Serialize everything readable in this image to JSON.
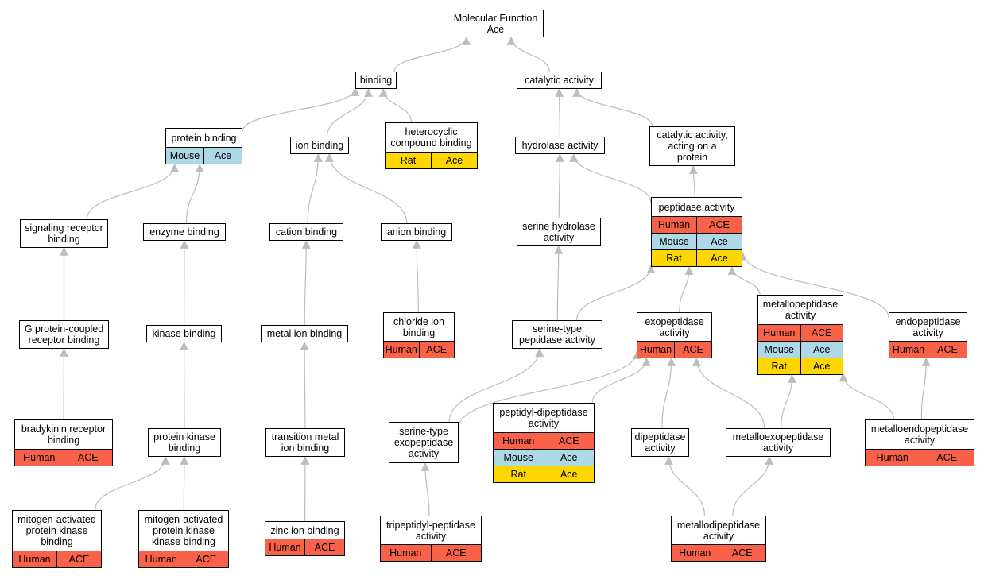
{
  "colors": {
    "edge": "#bdbdbd",
    "Human": "#fa6149",
    "Mouse": "#add8e6",
    "Rat": "#ffd700"
  },
  "nodes": {
    "molecular_function": {
      "label": "Molecular Function\nAce",
      "rows": []
    },
    "binding": {
      "label": "binding",
      "rows": []
    },
    "catalytic_activity": {
      "label": "catalytic activity",
      "rows": []
    },
    "protein_binding": {
      "label": "protein binding",
      "rows": [
        {
          "species": "Mouse",
          "gene": "Ace"
        }
      ]
    },
    "ion_binding": {
      "label": "ion binding",
      "rows": []
    },
    "heterocyclic_compound_binding": {
      "label": "heterocyclic\ncompound binding",
      "rows": [
        {
          "species": "Rat",
          "gene": "Ace"
        }
      ]
    },
    "hydrolase_activity": {
      "label": "hydrolase activity",
      "rows": []
    },
    "catalytic_activity_on_protein": {
      "label": "catalytic activity,\nacting on a\nprotein",
      "rows": []
    },
    "peptidase_activity": {
      "label": "peptidase activity",
      "rows": [
        {
          "species": "Human",
          "gene": "ACE"
        },
        {
          "species": "Mouse",
          "gene": "Ace"
        },
        {
          "species": "Rat",
          "gene": "Ace"
        }
      ]
    },
    "signaling_receptor_binding": {
      "label": "signaling receptor\nbinding",
      "rows": []
    },
    "enzyme_binding": {
      "label": "enzyme binding",
      "rows": []
    },
    "cation_binding": {
      "label": "cation binding",
      "rows": []
    },
    "anion_binding": {
      "label": "anion binding",
      "rows": []
    },
    "serine_hydrolase_activity": {
      "label": "serine hydrolase\nactivity",
      "rows": []
    },
    "gpcr_binding": {
      "label": "G protein-coupled\nreceptor binding",
      "rows": []
    },
    "kinase_binding": {
      "label": "kinase binding",
      "rows": []
    },
    "metal_ion_binding": {
      "label": "metal ion binding",
      "rows": []
    },
    "chloride_ion_binding": {
      "label": "chloride ion\nbinding",
      "rows": [
        {
          "species": "Human",
          "gene": "ACE"
        }
      ]
    },
    "serine_type_peptidase_activity": {
      "label": "serine-type\npeptidase activity",
      "rows": []
    },
    "exopeptidase_activity": {
      "label": "exopeptidase\nactivity",
      "rows": [
        {
          "species": "Human",
          "gene": "ACE"
        }
      ]
    },
    "metallopeptidase_activity": {
      "label": "metallopeptidase\nactivity",
      "rows": [
        {
          "species": "Human",
          "gene": "ACE"
        },
        {
          "species": "Mouse",
          "gene": "Ace"
        },
        {
          "species": "Rat",
          "gene": "Ace"
        }
      ]
    },
    "endopeptidase_activity": {
      "label": "endopeptidase\nactivity",
      "rows": [
        {
          "species": "Human",
          "gene": "ACE"
        }
      ]
    },
    "bradykinin_receptor_binding": {
      "label": "bradykinin receptor\nbinding",
      "rows": [
        {
          "species": "Human",
          "gene": "ACE"
        }
      ]
    },
    "protein_kinase_binding": {
      "label": "protein kinase\nbinding",
      "rows": []
    },
    "transition_metal_ion_binding": {
      "label": "transition metal\nion binding",
      "rows": []
    },
    "serine_type_exopeptidase_activity": {
      "label": "serine-type\nexopeptidase\nactivity",
      "rows": []
    },
    "peptidyl_dipeptidase_activity": {
      "label": "peptidyl-dipeptidase\nactivity",
      "rows": [
        {
          "species": "Human",
          "gene": "ACE"
        },
        {
          "species": "Mouse",
          "gene": "Ace"
        },
        {
          "species": "Rat",
          "gene": "Ace"
        }
      ]
    },
    "dipeptidase_activity": {
      "label": "dipeptidase\nactivity",
      "rows": []
    },
    "metalloexopeptidase_activity": {
      "label": "metalloexopeptidase\nactivity",
      "rows": []
    },
    "metalloendopeptidase_activity": {
      "label": "metalloendopeptidase\nactivity",
      "rows": [
        {
          "species": "Human",
          "gene": "ACE"
        }
      ]
    },
    "mapk_binding": {
      "label": "mitogen-activated\nprotein kinase\nbinding",
      "rows": [
        {
          "species": "Human",
          "gene": "ACE"
        }
      ]
    },
    "mapkk_binding": {
      "label": "mitogen-activated\nprotein kinase\nkinase binding",
      "rows": [
        {
          "species": "Human",
          "gene": "ACE"
        }
      ]
    },
    "zinc_ion_binding": {
      "label": "zinc ion binding",
      "rows": [
        {
          "species": "Human",
          "gene": "ACE"
        }
      ]
    },
    "tripeptidyl_peptidase_activity": {
      "label": "tripeptidyl-peptidase\nactivity",
      "rows": [
        {
          "species": "Human",
          "gene": "ACE"
        }
      ]
    },
    "metallodipeptidase_activity": {
      "label": "metallodipeptidase\nactivity",
      "rows": [
        {
          "species": "Human",
          "gene": "ACE"
        }
      ]
    }
  },
  "edges": [
    {
      "from": "binding",
      "to": "molecular_function"
    },
    {
      "from": "catalytic_activity",
      "to": "molecular_function"
    },
    {
      "from": "protein_binding",
      "to": "binding"
    },
    {
      "from": "ion_binding",
      "to": "binding"
    },
    {
      "from": "heterocyclic_compound_binding",
      "to": "binding"
    },
    {
      "from": "hydrolase_activity",
      "to": "catalytic_activity"
    },
    {
      "from": "catalytic_activity_on_protein",
      "to": "catalytic_activity"
    },
    {
      "from": "peptidase_activity",
      "to": "hydrolase_activity"
    },
    {
      "from": "peptidase_activity",
      "to": "catalytic_activity_on_protein"
    },
    {
      "from": "signaling_receptor_binding",
      "to": "protein_binding"
    },
    {
      "from": "enzyme_binding",
      "to": "protein_binding"
    },
    {
      "from": "cation_binding",
      "to": "ion_binding"
    },
    {
      "from": "anion_binding",
      "to": "ion_binding"
    },
    {
      "from": "serine_hydrolase_activity",
      "to": "hydrolase_activity"
    },
    {
      "from": "gpcr_binding",
      "to": "signaling_receptor_binding"
    },
    {
      "from": "kinase_binding",
      "to": "enzyme_binding"
    },
    {
      "from": "metal_ion_binding",
      "to": "cation_binding"
    },
    {
      "from": "chloride_ion_binding",
      "to": "anion_binding"
    },
    {
      "from": "serine_type_peptidase_activity",
      "to": "serine_hydrolase_activity"
    },
    {
      "from": "serine_type_peptidase_activity",
      "to": "peptidase_activity"
    },
    {
      "from": "exopeptidase_activity",
      "to": "peptidase_activity"
    },
    {
      "from": "metallopeptidase_activity",
      "to": "peptidase_activity"
    },
    {
      "from": "endopeptidase_activity",
      "to": "peptidase_activity"
    },
    {
      "from": "bradykinin_receptor_binding",
      "to": "gpcr_binding"
    },
    {
      "from": "protein_kinase_binding",
      "to": "kinase_binding"
    },
    {
      "from": "transition_metal_ion_binding",
      "to": "metal_ion_binding"
    },
    {
      "from": "serine_type_exopeptidase_activity",
      "to": "serine_type_peptidase_activity"
    },
    {
      "from": "serine_type_exopeptidase_activity",
      "to": "exopeptidase_activity"
    },
    {
      "from": "peptidyl_dipeptidase_activity",
      "to": "exopeptidase_activity"
    },
    {
      "from": "dipeptidase_activity",
      "to": "exopeptidase_activity"
    },
    {
      "from": "metalloexopeptidase_activity",
      "to": "exopeptidase_activity"
    },
    {
      "from": "metalloexopeptidase_activity",
      "to": "metallopeptidase_activity"
    },
    {
      "from": "metalloendopeptidase_activity",
      "to": "metallopeptidase_activity"
    },
    {
      "from": "metalloendopeptidase_activity",
      "to": "endopeptidase_activity"
    },
    {
      "from": "mapk_binding",
      "to": "protein_kinase_binding"
    },
    {
      "from": "mapkk_binding",
      "to": "protein_kinase_binding"
    },
    {
      "from": "zinc_ion_binding",
      "to": "transition_metal_ion_binding"
    },
    {
      "from": "tripeptidyl_peptidase_activity",
      "to": "serine_type_exopeptidase_activity"
    },
    {
      "from": "metallodipeptidase_activity",
      "to": "dipeptidase_activity"
    },
    {
      "from": "metallodipeptidase_activity",
      "to": "metalloexopeptidase_activity"
    }
  ]
}
